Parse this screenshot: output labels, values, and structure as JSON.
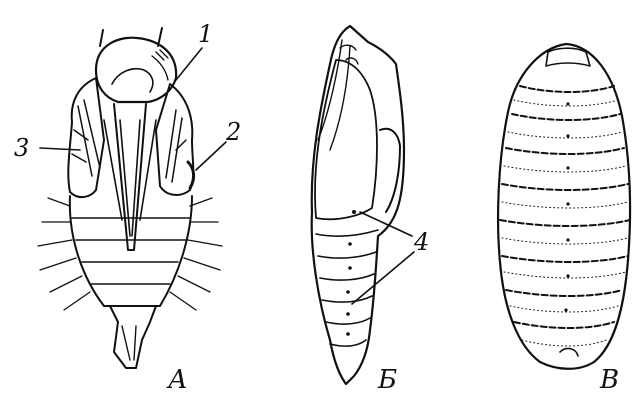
{
  "figures": [
    {
      "id": "A",
      "letter": "А"
    },
    {
      "id": "B",
      "letter": "Б"
    },
    {
      "id": "V",
      "letter": "В"
    }
  ],
  "callouts": [
    {
      "id": "1",
      "number": "1"
    },
    {
      "id": "2",
      "number": "2"
    },
    {
      "id": "3",
      "number": "3"
    },
    {
      "id": "4",
      "number": "4"
    }
  ],
  "colors": {
    "ink": "#111111",
    "paper": "#ffffff"
  }
}
